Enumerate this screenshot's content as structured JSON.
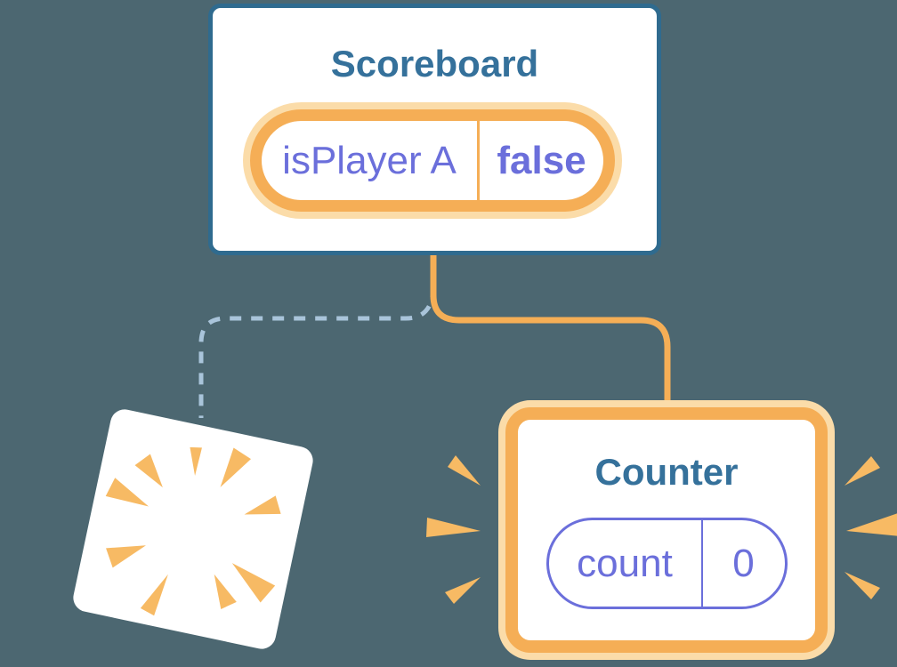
{
  "colors": {
    "background": "#4C6771",
    "card": "#FFFFFF",
    "teal": "#35719B",
    "teal_border": "#2F6B8F",
    "orange": "#F5AE56",
    "orange_halo": "#FBDCA9",
    "ray": "#F7BA64",
    "indigo": "#6B6FDB",
    "dash": "#A9C4DA"
  },
  "scoreboard": {
    "title": "Scoreboard",
    "state": {
      "name": "isPlayer A",
      "value": "false"
    }
  },
  "counter": {
    "title": "Counter",
    "state": {
      "name": "count",
      "value": "0"
    }
  },
  "icons": {
    "sparkles": "four-point-star sparkles",
    "poof": "burst rays (component destroyed)",
    "emphasis": "burst rays around highlighted card"
  }
}
